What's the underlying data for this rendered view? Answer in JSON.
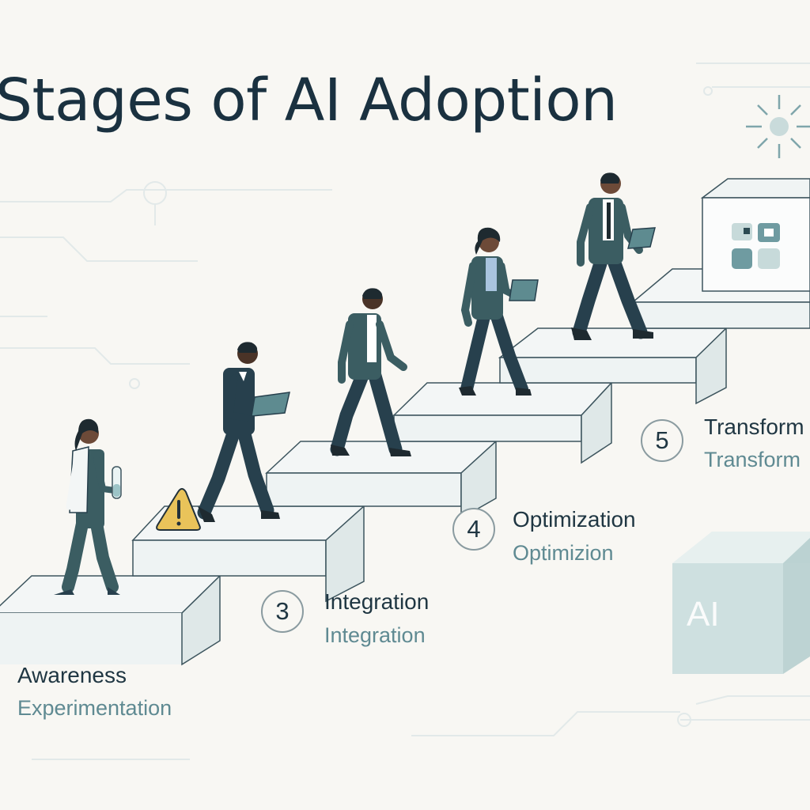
{
  "title": "Stages of AI Adoption",
  "stages": [
    {
      "number": "",
      "name": "Awareness",
      "sub": "Experimentation"
    },
    {
      "number": "3",
      "name": "Integration",
      "sub": "Integration"
    },
    {
      "number": "4",
      "name": "Optimization",
      "sub": "Optimizion"
    },
    {
      "number": "5",
      "name": "Transform",
      "sub": "Transform"
    }
  ],
  "cube_label": "AI",
  "colors": {
    "background": "#f8f7f3",
    "title": "#1a3140",
    "teal_suit": "#3b5d62",
    "navy_pants": "#27404d",
    "accent_text": "#5f8a92",
    "warning": "#e9c35a",
    "stair_top": "#f3f6f6",
    "stair_front": "#e4ecec"
  },
  "icons": [
    "warning-icon",
    "sun-icon",
    "ai-cube-icon",
    "dashboard-box-icon",
    "test-tube-icon",
    "laptop-icon"
  ]
}
